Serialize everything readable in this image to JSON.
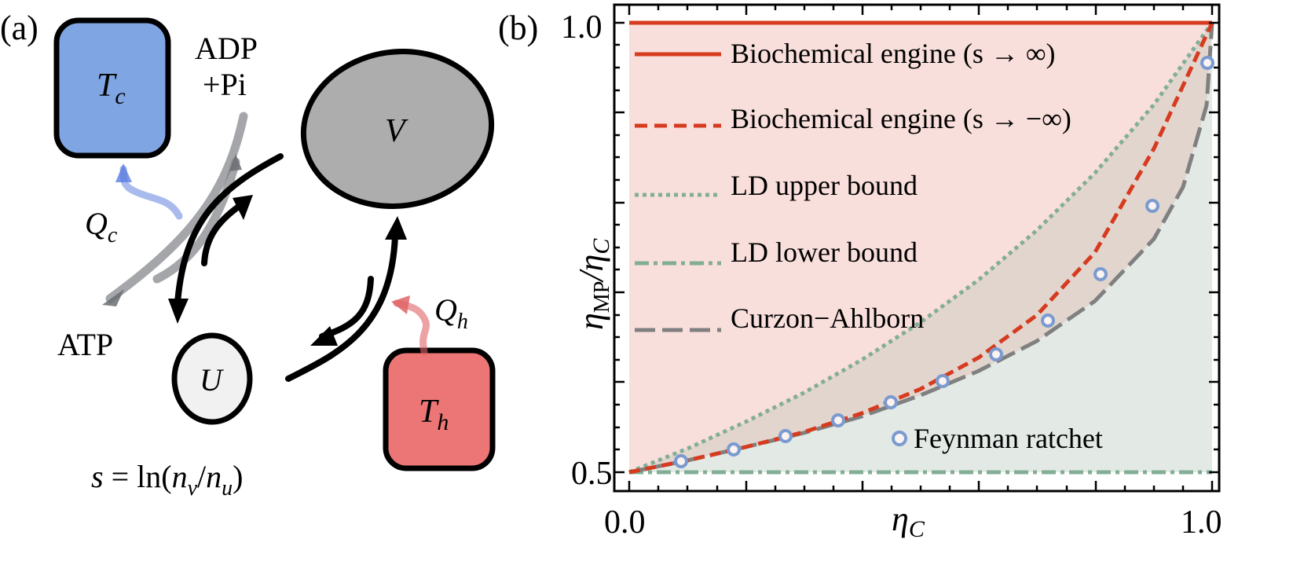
{
  "panel_a": {
    "label": "(a)",
    "cold_bath": {
      "label": "T",
      "sub": "c",
      "color": "#7fa5e2"
    },
    "hot_bath": {
      "label": "T",
      "sub": "h",
      "color": "#ec7675"
    },
    "state_v": {
      "label": "V",
      "color": "#adadad"
    },
    "state_u": {
      "label": "U",
      "color": "#f1f1f1"
    },
    "heat_cold": {
      "label": "Q",
      "sub": "c",
      "color": "#6e8ee0"
    },
    "heat_hot": {
      "label": "Q",
      "sub": "h",
      "color": "#e06466"
    },
    "adp_line1": "ADP",
    "adp_line2": "+Pi",
    "atp": "ATP",
    "formula": "s = ln(n",
    "formula_v": "v",
    "formula_slash": "/n",
    "formula_u": "u",
    "formula_end": ")"
  },
  "panel_b": {
    "label": "(b)",
    "colors": {
      "bio_pos": "#d63b1f",
      "bio_neg": "#d63b1f",
      "ld_upper": "#83ae96",
      "ld_lower": "#83ae96",
      "curzon": "#808080",
      "feynman": "#7b9bd0",
      "fill_top": "#f9dfdb",
      "fill_mid": "#e2d5ce",
      "fill_bottom": "#e3eae6"
    }
  },
  "chart_data": {
    "type": "line",
    "title": "",
    "xlabel": "η_C",
    "ylabel": "η_MP / η_C",
    "xlim": [
      0.0,
      1.0
    ],
    "ylim": [
      0.5,
      1.0
    ],
    "xticks": [
      "0.0",
      "1.0"
    ],
    "yticks": [
      "0.5",
      "1.0"
    ],
    "grid": false,
    "legend_position": "upper left (inside)",
    "series": [
      {
        "name": "Biochemical engine (s → ∞)",
        "style": "solid",
        "color": "#d63b1f",
        "x": [
          0.0,
          1.0
        ],
        "y": [
          1.0,
          1.0
        ]
      },
      {
        "name": "Biochemical engine (s → −∞)",
        "style": "dashed",
        "color": "#d63b1f",
        "x": [
          0.0,
          0.1,
          0.2,
          0.3,
          0.4,
          0.5,
          0.6,
          0.7,
          0.8,
          0.9,
          0.95,
          1.0
        ],
        "y": [
          0.5,
          0.513,
          0.528,
          0.545,
          0.566,
          0.593,
          0.628,
          0.675,
          0.745,
          0.86,
          0.93,
          1.0
        ]
      },
      {
        "name": "LD upper bound",
        "style": "dotted",
        "color": "#83ae96",
        "x": [
          0.0,
          0.1,
          0.2,
          0.3,
          0.4,
          0.5,
          0.6,
          0.7,
          0.8,
          0.9,
          1.0
        ],
        "y": [
          0.5,
          0.526,
          0.556,
          0.588,
          0.625,
          0.667,
          0.714,
          0.769,
          0.833,
          0.909,
          1.0
        ]
      },
      {
        "name": "LD lower bound",
        "style": "dashdot",
        "color": "#83ae96",
        "x": [
          0.0,
          1.0
        ],
        "y": [
          0.5,
          0.5
        ]
      },
      {
        "name": "Curzon−Ahlborn",
        "style": "longdash",
        "color": "#808080",
        "x": [
          0.0,
          0.1,
          0.2,
          0.3,
          0.4,
          0.5,
          0.6,
          0.7,
          0.8,
          0.9,
          0.95,
          0.99,
          1.0
        ],
        "y": [
          0.5,
          0.513,
          0.528,
          0.544,
          0.563,
          0.586,
          0.613,
          0.646,
          0.691,
          0.76,
          0.818,
          0.909,
          1.0
        ]
      },
      {
        "name": "Feynman ratchet",
        "style": "markers",
        "color": "#7b9bd0",
        "x": [
          0.09,
          0.18,
          0.27,
          0.36,
          0.45,
          0.538,
          0.63,
          0.72,
          0.81,
          0.9,
          0.99
        ],
        "y": [
          0.512,
          0.525,
          0.54,
          0.557,
          0.577,
          0.601,
          0.631,
          0.668,
          0.72,
          0.796,
          0.955
        ]
      }
    ]
  },
  "legend": [
    {
      "label": "Biochemical engine (s → ∞)"
    },
    {
      "label": "Biochemical engine (s → −∞)"
    },
    {
      "label": "LD upper bound"
    },
    {
      "label": "LD lower bound"
    },
    {
      "label": "Curzon−Ahlborn"
    },
    {
      "label": "Feynman ratchet"
    }
  ],
  "axes": {
    "x_tick_min": "0.0",
    "x_tick_max": "1.0",
    "y_tick_min": "0.5",
    "y_tick_max": "1.0",
    "xlabel_main": "η",
    "xlabel_sub": "C",
    "ylabel_main": "η",
    "ylabel_sub": "MP",
    "ylabel_slash": "/η",
    "ylabel_sub2": "C"
  }
}
